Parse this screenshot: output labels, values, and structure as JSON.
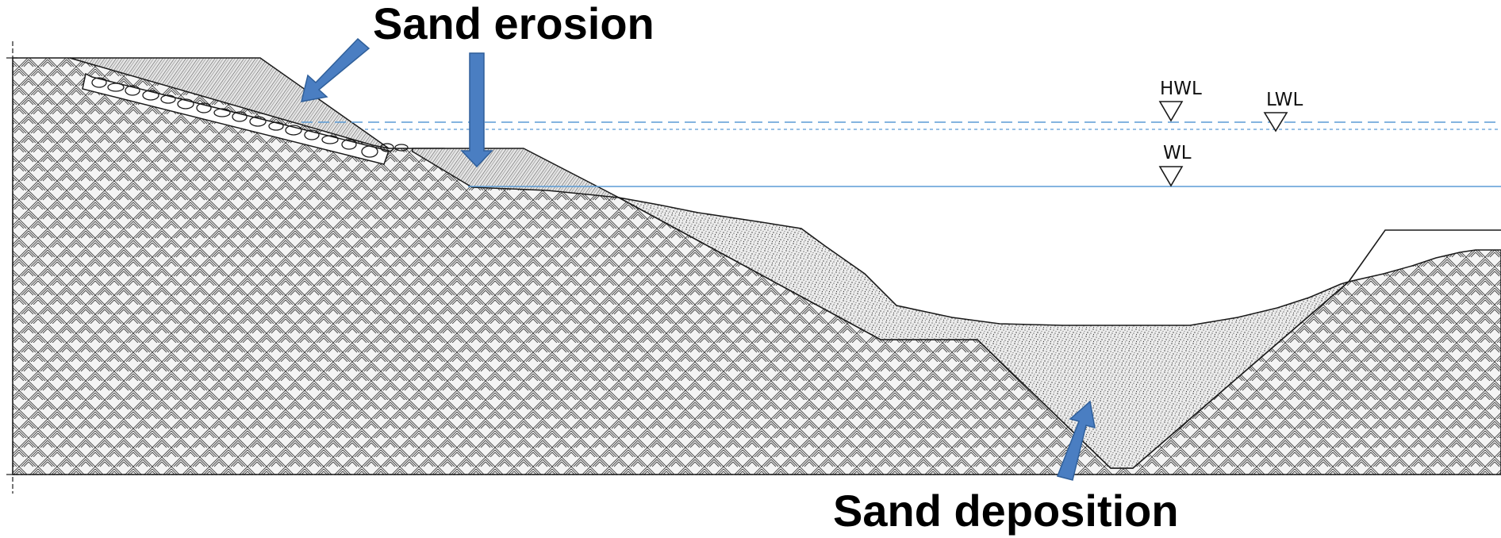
{
  "annotations": {
    "erosion_label": "Sand erosion",
    "deposition_label": "Sand deposition"
  },
  "water_levels": {
    "hwl_label": "HWL",
    "lwl_label": "LWL",
    "wl_label": "WL"
  },
  "colors": {
    "water_line": "#5b9bd5",
    "arrow": "#4a7ec2",
    "arrow_outline": "#2f5f9a",
    "outline": "#1a1a1a"
  }
}
